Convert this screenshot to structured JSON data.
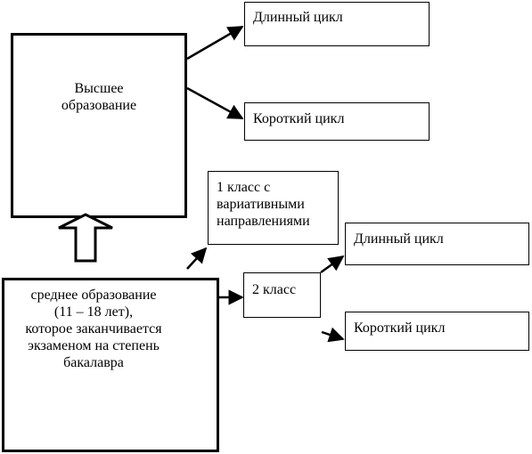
{
  "diagram": {
    "higher_education": {
      "line1": "Высшее",
      "line2": "образование"
    },
    "long_cycle_top": "Длинный цикл",
    "short_cycle_top": "Короткий цикл",
    "class1": {
      "line1": "1 класс с",
      "line2": "вариативными",
      "line3": "направлениями"
    },
    "class2": "2 класс",
    "long_cycle_bottom": "Длинный цикл",
    "short_cycle_bottom": "Короткий цикл",
    "secondary": {
      "line1": "среднее образование",
      "line2": "(11 – 18 лет),",
      "line3": "которое заканчивается",
      "line4": "экзаменом на степень",
      "line5": "бакалавра"
    }
  }
}
